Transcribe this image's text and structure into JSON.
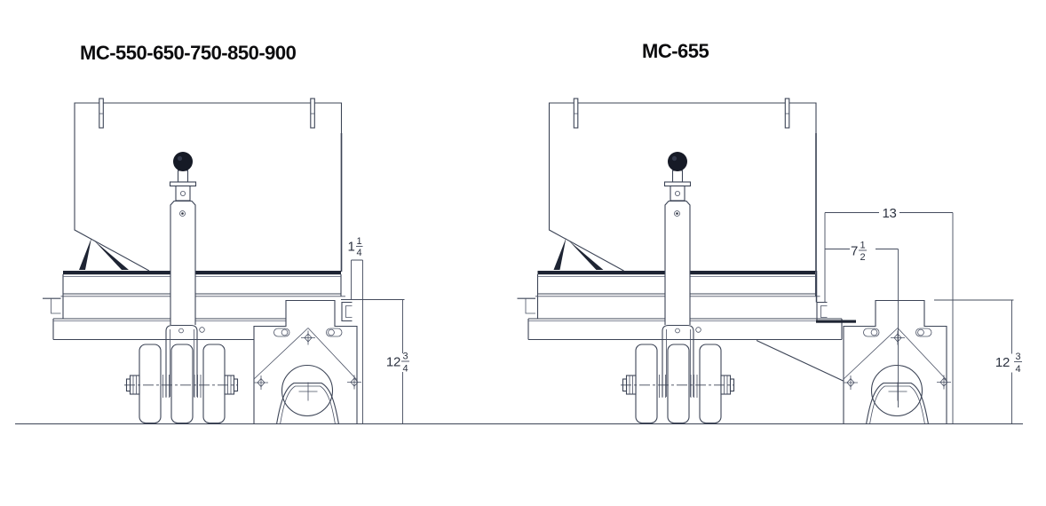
{
  "page": {
    "background": "#ffffff",
    "line_color": "#3c4456",
    "description": "Technical side-view line drawings of two mounted hopper / gauge-wheel assemblies with dimension callouts"
  },
  "left": {
    "title": "MC-550-650-750-850-900",
    "dim_offset": {
      "whole": "1",
      "num": "1",
      "den": "4"
    },
    "dim_height": {
      "whole": "12",
      "num": "3",
      "den": "4"
    }
  },
  "right": {
    "title": "MC-655",
    "dim_width": "13",
    "dim_center": {
      "whole": "7",
      "num": "1",
      "den": "2"
    },
    "dim_height": {
      "whole": "12",
      "num": "3",
      "den": "4"
    }
  }
}
